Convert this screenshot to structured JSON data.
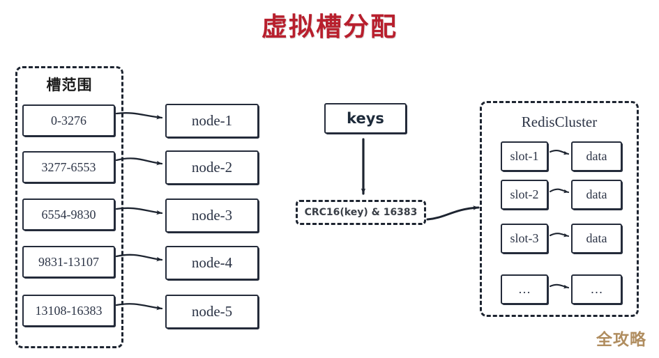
{
  "title": "虚拟槽分配",
  "colors": {
    "title": "#b81f2d",
    "stroke": "#242b3a",
    "text": "#2c3446",
    "watermark": "#b08d5f",
    "background": "#ffffff"
  },
  "left_panel": {
    "label": "槽范围",
    "slot_ranges": [
      {
        "label": "0-3276"
      },
      {
        "label": "3277-6553"
      },
      {
        "label": "6554-9830"
      },
      {
        "label": "9831-13107"
      },
      {
        "label": "13108-16383"
      }
    ],
    "nodes": [
      {
        "label": "node-1"
      },
      {
        "label": "node-2"
      },
      {
        "label": "node-3"
      },
      {
        "label": "node-4"
      },
      {
        "label": "node-5"
      }
    ]
  },
  "middle": {
    "keys_label": "keys",
    "hash_formula": "CRC16(key) & 16383"
  },
  "right_panel": {
    "label": "RedisCluster",
    "rows": [
      {
        "slot": "slot-1",
        "data": "data"
      },
      {
        "slot": "slot-2",
        "data": "data"
      },
      {
        "slot": "slot-3",
        "data": "data"
      },
      {
        "slot": "…",
        "data": "…"
      }
    ]
  },
  "watermark": "全攻略"
}
